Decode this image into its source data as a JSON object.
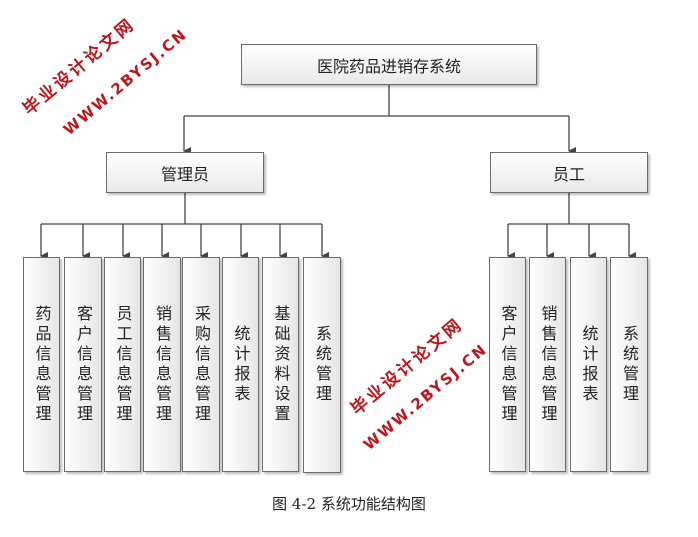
{
  "root": {
    "label": "医院药品进销存系统"
  },
  "admin": {
    "label": "管理员",
    "children": [
      "药品信息管理",
      "客户信息管理",
      "员工信息管理",
      "销售信息管理",
      "采购信息管理",
      "统计报表",
      "基础资料设置",
      "系统管理"
    ]
  },
  "staff": {
    "label": "员工",
    "children": [
      "客户信息管理",
      "销售信息管理",
      "统计报表",
      "系统管理"
    ]
  },
  "caption": "图 4-2 系统功能结构图",
  "watermark": {
    "line1": "毕业设计论文网",
    "line2": "WWW.2BYSJ.CN",
    "color": "#c0141b"
  }
}
